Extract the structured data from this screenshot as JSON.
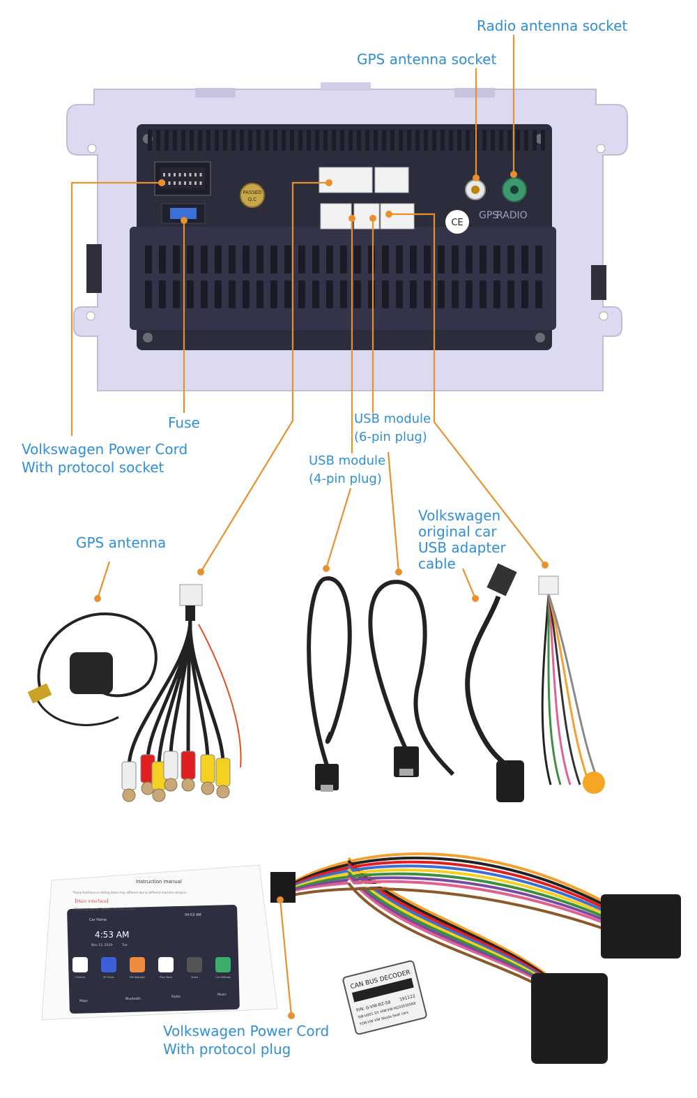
{
  "labels": {
    "radio_antenna_socket": "Radio antenna socket",
    "gps_antenna_socket": "GPS antenna socket",
    "fuse": "Fuse",
    "power_cord_socket_line1": "Volkswagen Power Cord",
    "power_cord_socket_line2": "With protocol socket",
    "usb_6pin_line1": "USB module",
    "usb_6pin_line2": "(6-pin plug)",
    "usb_4pin_line1": "USB module",
    "usb_4pin_line2": "(4-pin plug)",
    "gps_antenna": "GPS antenna",
    "vw_usb_line1": "Volkswagen",
    "vw_usb_line2": "original car",
    "vw_usb_line3": "USB adapter",
    "vw_usb_line4": "cable",
    "power_cord_plug_line1": "Volkswagen Power Cord",
    "power_cord_plug_line2": "With protocol plug"
  },
  "unit_markings": {
    "passed_sticker": "PASSED",
    "qc_sticker": "Q.C",
    "gps": "GPS",
    "radio": "RADIO",
    "ce": "CE"
  },
  "decoder": {
    "title": "CAN BUS DECODER",
    "pn": "P/N: G-VW-RZ-58",
    "code": "191122",
    "line3": "SW:V001 SY: HW:VW-NC03",
    "serial": "330568",
    "line4": "FOR:VW VW Skoda Seat cars"
  },
  "manual": {
    "title": "Instruction manual",
    "note": "*Some functions or setting items may different due to different machine versions.",
    "section": "【Main interface】",
    "desc": "•Description of \"press\" on the icons",
    "car_home": "Car Home",
    "status": "04:53 AM",
    "clock": "4:53 AM",
    "date": "Nov 12, 2019",
    "day": "Tue",
    "apps": [
      "Chrome",
      "BT Music",
      "File Manager",
      "Play Store",
      "Video",
      "Car Settings"
    ],
    "dock": [
      "Maps",
      "Bluetooth",
      "Radio",
      "Music"
    ]
  },
  "colors": {
    "label": "#2f8fd6",
    "leader": "#e8912c",
    "chassis": "#d9d7ef",
    "panel": "#2c2d3c",
    "connector": "#f2f2f2"
  }
}
